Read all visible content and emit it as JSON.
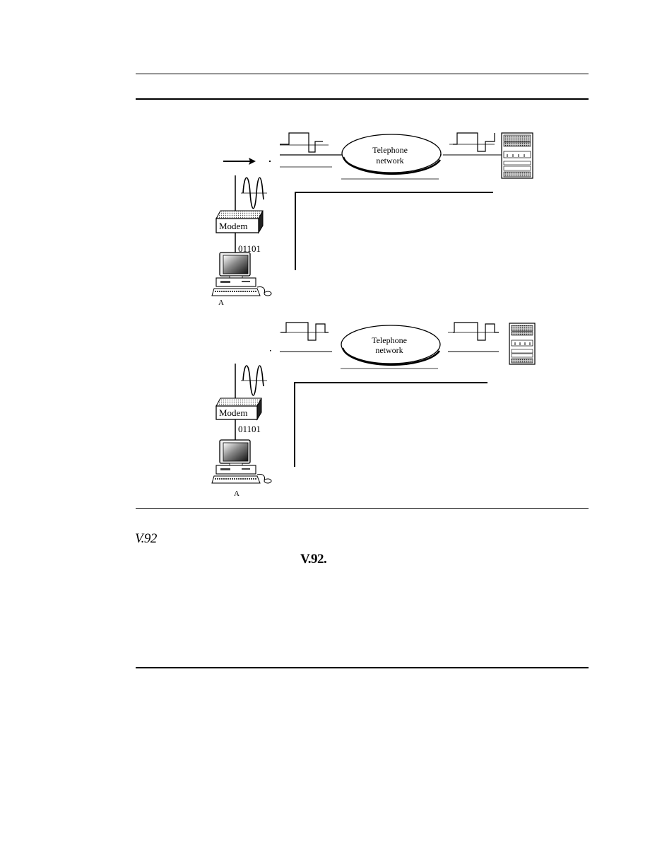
{
  "figure": {
    "panels": [
      {
        "network_label_line1": "Telephone",
        "network_label_line2": "network",
        "modem_label": "Modem",
        "bits_label": "01101",
        "computer_label": "A"
      },
      {
        "network_label_line1": "Telephone",
        "network_label_line2": "network",
        "modem_label": "Modem",
        "bits_label": "01101",
        "computer_label": "A"
      }
    ]
  },
  "text": {
    "heading_italic": "V.92",
    "heading_bold": "V.92."
  }
}
